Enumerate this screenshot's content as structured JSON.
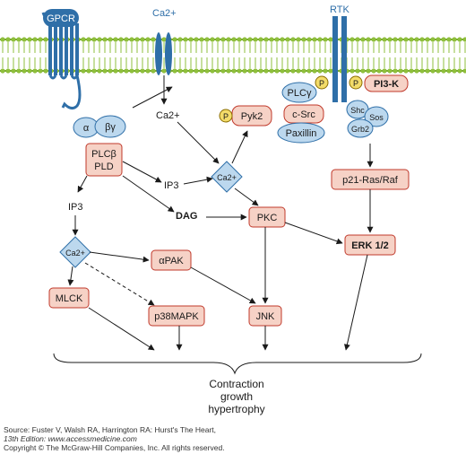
{
  "labels": {
    "gpcr": "GPCR",
    "ca_top": "Ca2+",
    "rtk": "RTK",
    "alpha": "α",
    "betagamma": "βγ",
    "ca_mid": "Ca2+",
    "plcb": "PLCβ",
    "pld": "PLD",
    "ip3_right": "IP3",
    "ip3_left": "IP3",
    "dag": "DAG",
    "ca_diamond_upper": "Ca2+",
    "ca_diamond_lower": "Ca2+",
    "pyk2": "Pyk2",
    "plcg": "PLCγ",
    "csrc": "c-Src",
    "paxillin": "Paxillin",
    "p": "P",
    "pi3k": "PI3-K",
    "shc": "Shc",
    "sos": "Sos",
    "grb2": "Grb2",
    "p21": "p21-Ras/Raf",
    "pkc": "PKC",
    "erk": "ERK 1/2",
    "apak": "αPAK",
    "mlck": "MLCK",
    "p38": "p38MAPK",
    "jnk": "JNK",
    "outcome_1": "Contraction",
    "outcome_2": "growth",
    "outcome_3": "hypertrophy"
  },
  "caption": {
    "line1": "Source: Fuster V, Walsh RA, Harrington RA: Hurst's The Heart,",
    "line2": "13th Edition: www.accessmedicine.com",
    "line3": "Copyright © The McGraw-Hill Companies, Inc. All rights reserved."
  },
  "colors": {
    "membrane": "#8fbf3c",
    "receptor_blue": "#2f6fa8",
    "pink_box": "#f6d2c6",
    "blue_blob": "#bcd8ee",
    "phospho": "#f3dc6a"
  }
}
